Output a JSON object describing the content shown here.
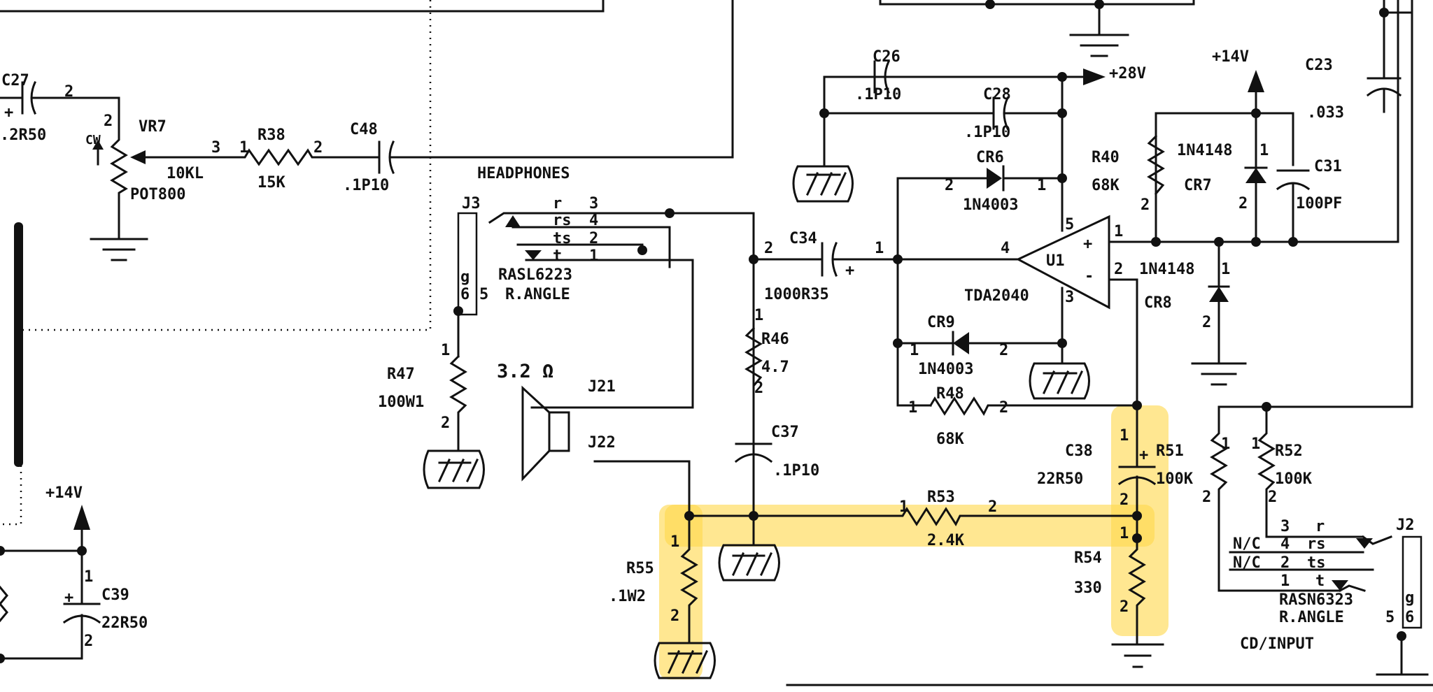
{
  "title": "",
  "labels": {
    "c27": "C27",
    "c27_pin": "2",
    "c27_val": ".2R50",
    "vr7": "VR7",
    "vr7_p2": "2",
    "vr7_p3": "3",
    "vr7_val": "10KL",
    "vr7_type": "POT800",
    "cw": "CW",
    "r38": "R38",
    "r38_p1": "1",
    "r38_p2": "2",
    "r38_val": "15K",
    "c48": "C48",
    "c48_val": ".1P10",
    "headphones": "HEADPHONES",
    "j3": "J3",
    "j3_r": "r",
    "j3_rs": "rs",
    "j3_ts": "ts",
    "j3_t": "t",
    "j3_n3": "3",
    "j3_n4": "4",
    "j3_n2": "2",
    "j3_n1": "1",
    "j3_g": "g",
    "j3_6": "6",
    "j3_5": "5",
    "j3_part": "RASL6223",
    "j3_angle": "R.ANGLE",
    "r47": "R47",
    "r47_val": "100W1",
    "r47_p1": "1",
    "r47_p2": "2",
    "speaker_imp": "3.2 Ω",
    "j21": "J21",
    "j22": "J22",
    "c26": "C26",
    "c26_val": ".1P10",
    "c28": "C28",
    "c28_val": ".1P10",
    "v28": "+28V",
    "cr6": "CR6",
    "cr6_val": "1N4003",
    "cr6_p2": "2",
    "cr6_p1": "1",
    "c34": "C34",
    "c34_val": "1000R35",
    "c34_p2": "2",
    "c34_p1": "1",
    "c34_plus": "+",
    "u1": "U1",
    "u1_part": "TDA2040",
    "u1_p4": "4",
    "u1_p5": "5",
    "u1_p1": "1",
    "u1_p2": "2",
    "u1_p3": "3",
    "u1_plus": "+",
    "u1_minus": "-",
    "cr9": "CR9",
    "cr9_val": "1N4003",
    "cr9_p1": "1",
    "cr9_p2": "2",
    "r48": "R48",
    "r48_val": "68K",
    "r48_p1": "1",
    "r48_p2": "2",
    "r46": "R46",
    "r46_val": "4.7",
    "r46_p1": "1",
    "r46_p2": "2",
    "c37": "C37",
    "c37_val": ".1P10",
    "v14_top": "+14V",
    "c23": "C23",
    "c23_val": ".033",
    "r40": "R40",
    "r40_val": "68K",
    "r40_p2": "2",
    "cr7": "CR7",
    "cr7_val": "1N4148",
    "cr7_p1": "1",
    "cr7_p2": "2",
    "c31": "C31",
    "c31_val": "100PF",
    "cr8": "CR8",
    "cr8_val": "1N4148",
    "cr8_p1": "1",
    "cr8_p2": "2",
    "c38": "C38",
    "c38_val": "22R50",
    "c38_p1": "1",
    "c38_p2": "2",
    "c38_plus": "+",
    "r51": "R51",
    "r51_val": "100K",
    "r51_p1": "1",
    "r51_p2": "2",
    "r52": "R52",
    "r52_val": "100K",
    "r52_p1": "1",
    "r52_p2": "2",
    "r53": "R53",
    "r53_val": "2.4K",
    "r53_p1": "1",
    "r53_p2": "2",
    "r54": "R54",
    "r54_val": "330",
    "r54_p1": "1",
    "r54_p2": "2",
    "r55": "R55",
    "r55_val": ".1W2",
    "r55_p1": "1",
    "r55_p2": "2",
    "v14_left": "+14V",
    "c39": "C39",
    "c39_val": "22R50",
    "c39_p1": "1",
    "c39_p2": "2",
    "c39_plus": "+",
    "j2": "J2",
    "j2_r": "r",
    "j2_rs": "rs",
    "j2_ts": "ts",
    "j2_t": "t",
    "j2_n3": "3",
    "j2_n4": "4",
    "j2_n2": "2",
    "j2_n1": "1",
    "j2_nc1": "N/C",
    "j2_nc2": "N/C",
    "j2_part": "RASN6323",
    "j2_angle": "R.ANGLE",
    "j2_g": "g",
    "j2_6": "6",
    "j2_5": "5",
    "cd_input": "CD/INPUT"
  },
  "colors": {
    "ink": "#111111",
    "highlight": "#ffd84d",
    "paper": "#ffffff"
  }
}
